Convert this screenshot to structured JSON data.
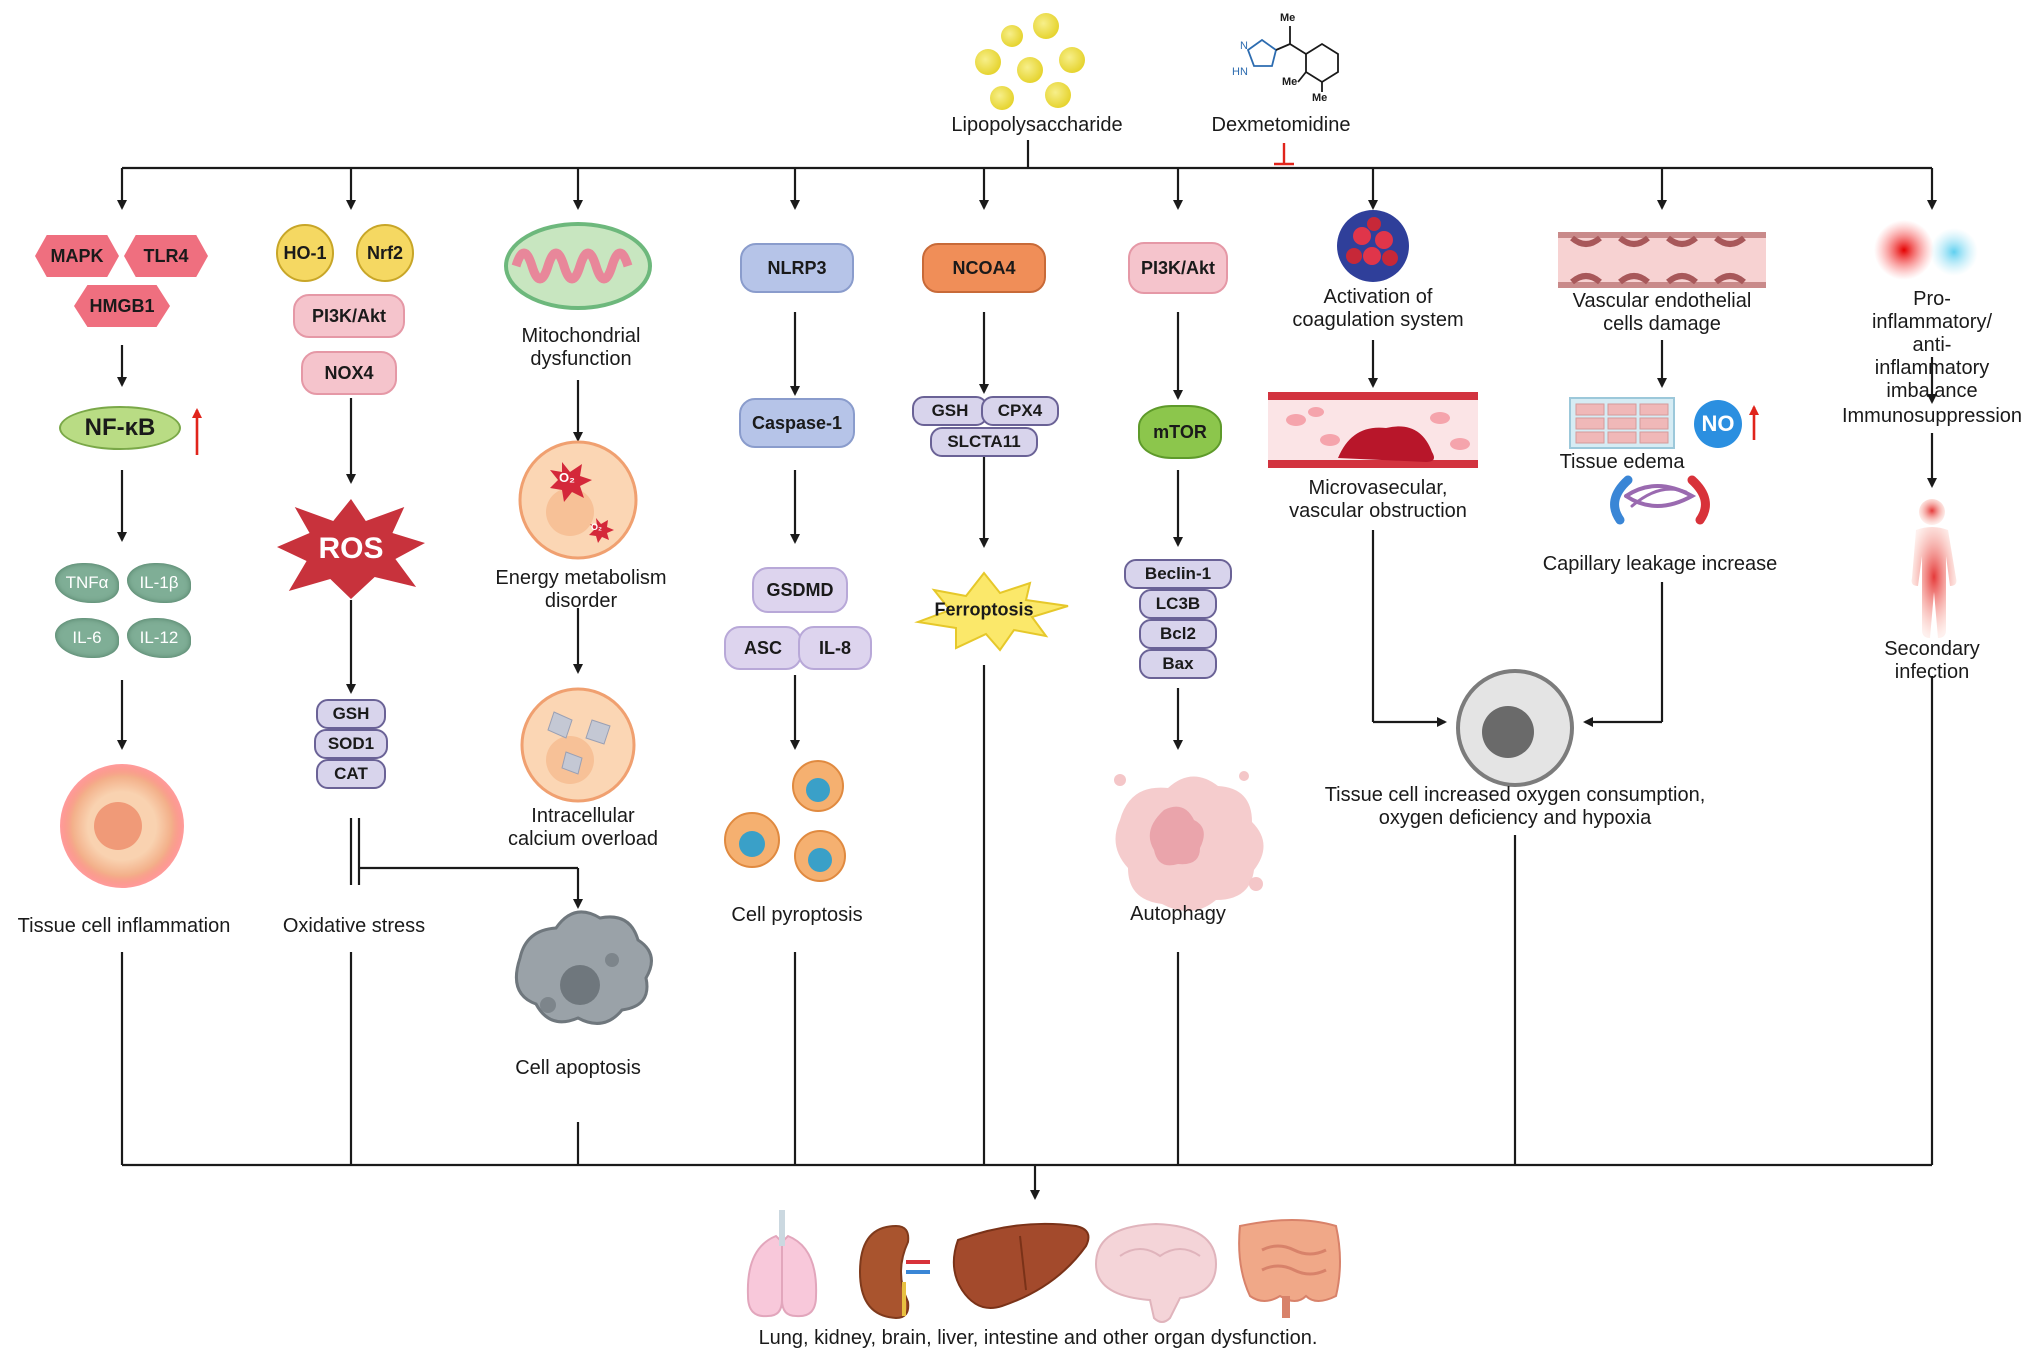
{
  "top": {
    "lipopolysaccharide": "Lipopolysaccharide",
    "dexmetomidine": "Dexmetomidine",
    "structure_labels": {
      "me_top": "Me",
      "me_left": "Me",
      "me_right": "Me",
      "n": "N",
      "hn": "HN"
    }
  },
  "columns": {
    "inflammation": {
      "markers": [
        "MAPK",
        "TLR4",
        "HMGB1"
      ],
      "nfkb": "NF-κB",
      "cytokines": [
        "TNFα",
        "IL-1β",
        "IL-6",
        "IL-12"
      ],
      "outcome": "Tissue cell inflammation"
    },
    "oxidative": {
      "markers": [
        "HO-1",
        "Nrf2",
        "PI3K/Akt",
        "NOX4"
      ],
      "ros": "ROS",
      "enzymes": [
        "GSH",
        "SOD1",
        "CAT"
      ],
      "outcome": "Oxidative stress"
    },
    "mito": {
      "label1": "Mitochondrial\ndysfunction",
      "o2_big": "O₂",
      "o2_small": "O₂",
      "label2": "Energy metabolism\ndisorder",
      "label3": "Intracellular\ncalcium overload",
      "outcome": "Cell apoptosis"
    },
    "pyroptosis": {
      "nlrp3": "NLRP3",
      "caspase": "Caspase-1",
      "gsdmd": "GSDMD",
      "asc": "ASC",
      "il8": "IL-8",
      "outcome": "Cell pyroptosis"
    },
    "ferroptosis": {
      "ncoa4": "NCOA4",
      "tags": [
        "GSH",
        "CPX4",
        "SLCTA11"
      ],
      "outcome": "Ferroptosis"
    },
    "autophagy": {
      "pi3k": "PI3K/Akt",
      "mtor": "mTOR",
      "tags": [
        "Beclin-1",
        "LC3B",
        "Bcl2",
        "Bax"
      ],
      "outcome": "Autophagy"
    },
    "coagulation": {
      "label1": "Activation of\ncoagulation system",
      "label2": "Microvasecular,\nvascular obstruction"
    },
    "endothelial": {
      "label1": "Vascular endothelial\ncells damage",
      "edema": "Tissue edema",
      "no": "NO",
      "leak": "Capillary leakage increase"
    },
    "hypoxia": {
      "label": "Tissue cell increased oxygen consumption,\noxygen deficiency and hypoxia"
    },
    "immune": {
      "label1": "Pro-inflammatory/\nanti-inflammatory\nimbalance",
      "label2": "Immunosuppression",
      "label3": "Secondary infection"
    }
  },
  "bottom": {
    "organ_icons": [
      "lung-icon",
      "kidney-icon",
      "liver-icon",
      "brain-icon",
      "intestine-icon"
    ],
    "label": "Lung, kidney, brain, liver, intestine and other organ dysfunction."
  },
  "colors": {
    "increase_arrow": "#e0241b",
    "inhibit": "#e0241b",
    "line": "#1a1a1a"
  }
}
